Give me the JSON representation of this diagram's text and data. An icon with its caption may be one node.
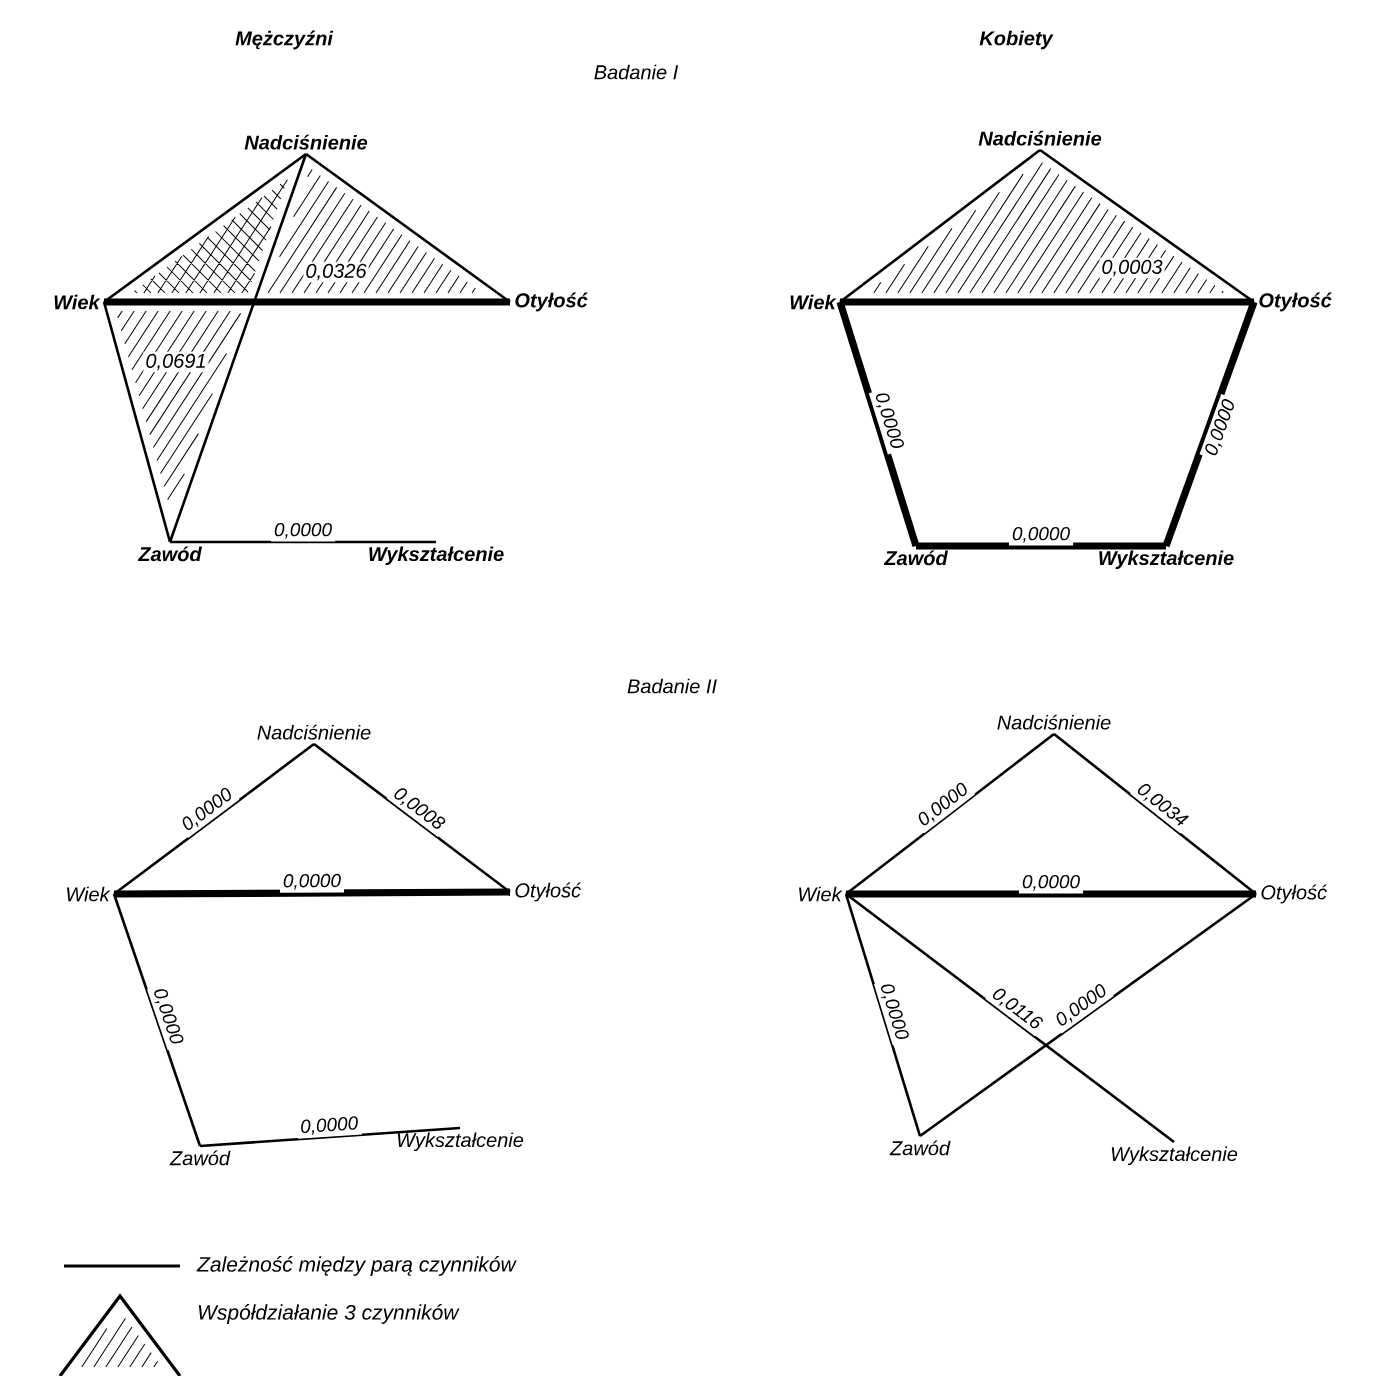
{
  "diagram": {
    "nodes": [
      {
        "text": [
          "Nadciśnienie"
        ]
      },
      {
        "text": [
          "Wiek"
        ]
      },
      {
        "text": [
          "Otyłość"
        ]
      },
      {
        "text": [
          "Zawód"
        ]
      },
      {
        "text": [
          "Wykształcenie"
        ]
      },
      {
        "text": [
          "Nadciśnienie"
        ]
      },
      {
        "text": [
          "Wiek"
        ]
      },
      {
        "text": [
          "Otyłość"
        ]
      },
      {
        "text": [
          "Zawód"
        ]
      },
      {
        "text": [
          "Wykształcenie"
        ]
      },
      {
        "text": [
          "Nadciśnienie"
        ]
      },
      {
        "text": [
          "Wiek"
        ]
      },
      {
        "text": [
          "Otyłość"
        ]
      },
      {
        "text": [
          "Zawód"
        ]
      },
      {
        "text": [
          "Wykształcenie"
        ]
      },
      {
        "text": [
          "Nadciśnienie"
        ]
      },
      {
        "text": [
          "Wiek"
        ]
      },
      {
        "text": [
          "Otyłość"
        ]
      },
      {
        "text": [
          "Zawód"
        ]
      },
      {
        "text": [
          "Wykształcenie"
        ]
      }
    ],
    "edges": [
      {
        "from": 1,
        "to": 0,
        "arrow": "none"
      },
      {
        "from": 0,
        "to": 2,
        "arrow": "none"
      },
      {
        "from": 1,
        "to": 2,
        "arrow": "none",
        "style": "thick"
      },
      {
        "from": 1,
        "to": 3,
        "arrow": "none"
      },
      {
        "from": 0,
        "to": 3,
        "arrow": "none"
      },
      {
        "from": 3,
        "to": 4,
        "arrow": "none",
        "label": "0,0000"
      },
      {
        "from": 6,
        "to": 5,
        "arrow": "none"
      },
      {
        "from": 5,
        "to": 7,
        "arrow": "none"
      },
      {
        "from": 6,
        "to": 7,
        "arrow": "none",
        "style": "thick"
      },
      {
        "from": 6,
        "to": 8,
        "arrow": "none",
        "label": "0,0000",
        "style": "thick"
      },
      {
        "from": 7,
        "to": 9,
        "arrow": "none",
        "label": "0,0000",
        "style": "thick"
      },
      {
        "from": 8,
        "to": 9,
        "arrow": "none",
        "label": "0,0000",
        "style": "thick"
      },
      {
        "from": 11,
        "to": 10,
        "arrow": "none",
        "label": "0,0000"
      },
      {
        "from": 10,
        "to": 12,
        "arrow": "none",
        "label": "0,0008"
      },
      {
        "from": 11,
        "to": 12,
        "arrow": "none",
        "label": "0,0000",
        "style": "thick"
      },
      {
        "from": 11,
        "to": 13,
        "arrow": "none",
        "label": "0,0000"
      },
      {
        "from": 13,
        "to": 14,
        "arrow": "none",
        "label": "0,0000"
      },
      {
        "from": 16,
        "to": 15,
        "arrow": "none",
        "label": "0,0000"
      },
      {
        "from": 15,
        "to": 17,
        "arrow": "none",
        "label": "0,0034"
      },
      {
        "from": 16,
        "to": 17,
        "arrow": "none",
        "label": "0,0000",
        "style": "thick"
      },
      {
        "from": 16,
        "to": 18,
        "arrow": "none",
        "label": "0,0000"
      },
      {
        "from": 17,
        "to": 18,
        "arrow": "none",
        "label": "0,0000"
      },
      {
        "from": 16,
        "to": 19,
        "arrow": "none",
        "label": "0,0116"
      }
    ],
    "labels": [
      "Mężczyźni",
      "Kobiety",
      "Badanie I",
      "0,0326",
      "0,0691",
      "0,0003",
      "Badanie II"
    ],
    "legend": [
      {
        "text": "Zależność między parą czynników"
      },
      {
        "text": "Współdziałanie 3 czynników"
      }
    ]
  }
}
